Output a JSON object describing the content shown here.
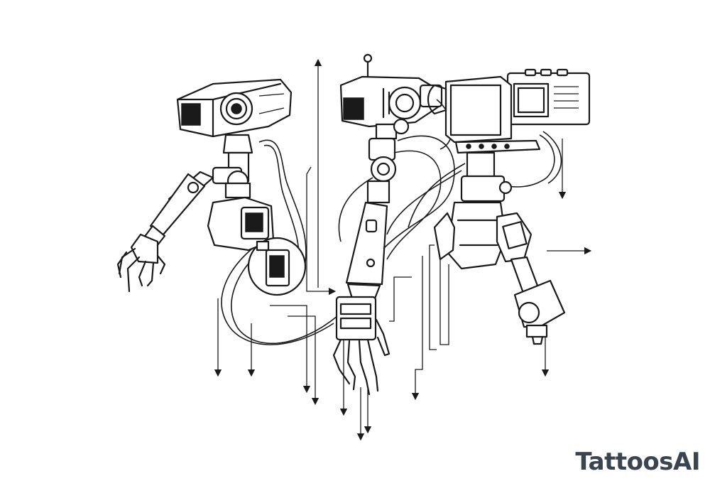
{
  "watermark": {
    "text": "TattoosAI",
    "color": "#3a4550"
  },
  "palette": {
    "ink": "#1a1a1a",
    "paper": "#ffffff"
  },
  "illustration": {
    "style": "black-and-white line-art tattoo design",
    "subjects": [
      "camera-head-robot-arm-left",
      "camera-head-robot-arm-center",
      "monitor-head-robot-arm-right"
    ],
    "icons": [
      "camera-lens-icon",
      "monitor-screen-icon",
      "robotic-hand-icon",
      "arrow-down-icon",
      "arrow-right-icon"
    ]
  }
}
